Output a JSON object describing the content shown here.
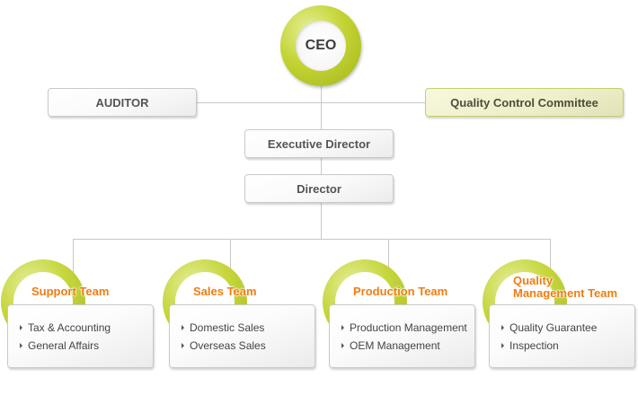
{
  "org_chart": {
    "ceo": {
      "label": "CEO"
    },
    "auditor": {
      "label": "AUDITOR"
    },
    "quality_control_committee": {
      "label": "Quality Control Committee"
    },
    "executive_director": {
      "label": "Executive Director"
    },
    "director": {
      "label": "Director"
    },
    "teams": [
      {
        "title": "Support Team",
        "items": [
          "Tax & Accounting",
          "General Affairs"
        ]
      },
      {
        "title": "Sales Team",
        "items": [
          "Domestic Sales",
          "Overseas Sales"
        ]
      },
      {
        "title": "Production Team",
        "items": [
          "Production Management",
          "OEM Management"
        ]
      },
      {
        "title_line1": "Quality",
        "title_line2": "Management Team",
        "items": [
          "Quality Guarantee",
          "Inspection"
        ]
      }
    ]
  },
  "colors": {
    "accent_green": "#c4d434",
    "team_title_orange": "#f07d12",
    "connector_gray": "#c8c8c8",
    "committee_fill": "#efefcb"
  }
}
